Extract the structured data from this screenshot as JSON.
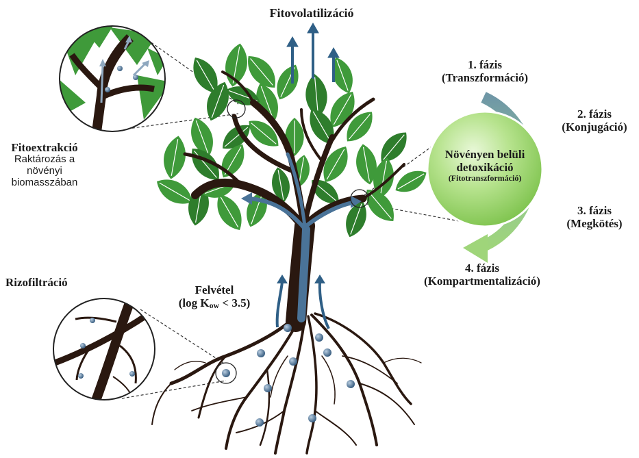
{
  "top": {
    "title": "Fitovolatilizáció"
  },
  "fitoextraction": {
    "title": "Fitoextrakció",
    "line1": "Raktározás a növényi",
    "line2": "biomasszában"
  },
  "rhizo": {
    "title": "Rizofiltráció"
  },
  "uptake": {
    "line1": "Felvétel",
    "log_prefix": "(log K",
    "sub": "ow",
    "log_suffix": " < 3.5)"
  },
  "circle": {
    "line1": "Növényen belüli",
    "line2": "detoxikáció",
    "line3": "(Fitotranszformáció)"
  },
  "phases": [
    {
      "num": "1. fázis",
      "name": "(Transzformáció)"
    },
    {
      "num": "2. fázis",
      "name": "(Konjugáció)"
    },
    {
      "num": "3. fázis",
      "name": "(Megkötés)"
    },
    {
      "num": "4. fázis",
      "name": "(Kompartmentalizáció)"
    }
  ],
  "colors": {
    "leaf": "#3f9a3a",
    "leaf_dark": "#2e7d2c",
    "trunk": "#2a1810",
    "flow": "#4a7398",
    "arrow_top": "#2f5f86",
    "detox_circle": "#9ed675"
  }
}
